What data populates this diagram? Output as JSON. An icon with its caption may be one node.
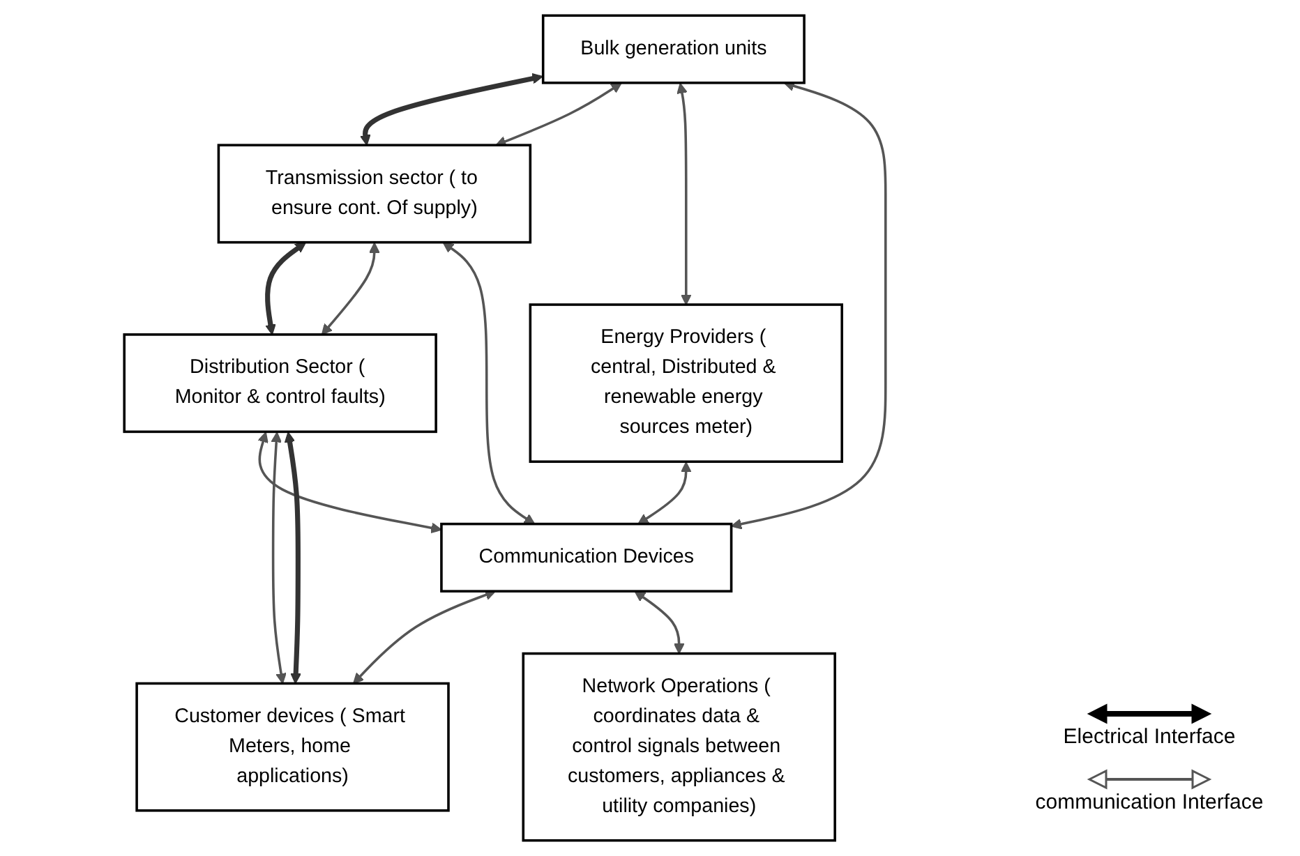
{
  "diagram": {
    "nodes": [
      {
        "text": [
          "Bulk generation units"
        ]
      },
      {
        "text": [
          "Transmission sector ( to ensure cont. Of supply)"
        ]
      },
      {
        "text": [
          "Distribution Sector ( Monitor & control faults)"
        ]
      },
      {
        "text": [
          "Energy Providers ( central, Distributed & renewable energy sources meter)"
        ]
      },
      {
        "text": [
          "Communication Devices"
        ]
      },
      {
        "text": [
          "Customer devices ( Smart Meters, home applications)"
        ]
      },
      {
        "text": [
          "Network Operations ( coordinates data & control signals between customers, appliances & utility companies)"
        ]
      }
    ],
    "edges": [
      {
        "from": 0,
        "to": 1,
        "arrow": "both",
        "style": "thick"
      },
      {
        "from": 0,
        "to": 1,
        "arrow": "both"
      },
      {
        "from": 1,
        "to": 2,
        "arrow": "both",
        "style": "thick"
      },
      {
        "from": 1,
        "to": 2,
        "arrow": "both"
      },
      {
        "from": 0,
        "to": 3,
        "arrow": "both"
      },
      {
        "from": 0,
        "to": 4,
        "arrow": "both"
      },
      {
        "from": 1,
        "to": 4,
        "arrow": "both"
      },
      {
        "from": 2,
        "to": 4,
        "arrow": "both"
      },
      {
        "from": 2,
        "to": 5,
        "arrow": "both"
      },
      {
        "from": 2,
        "to": 5,
        "arrow": "both",
        "style": "thick"
      },
      {
        "from": 3,
        "to": 4,
        "arrow": "both"
      },
      {
        "from": 4,
        "to": 5,
        "arrow": "both"
      },
      {
        "from": 4,
        "to": 6,
        "arrow": "both"
      }
    ],
    "legend": [
      {
        "text": "Electrical Interface"
      },
      {
        "text": "communication Interface"
      }
    ]
  }
}
